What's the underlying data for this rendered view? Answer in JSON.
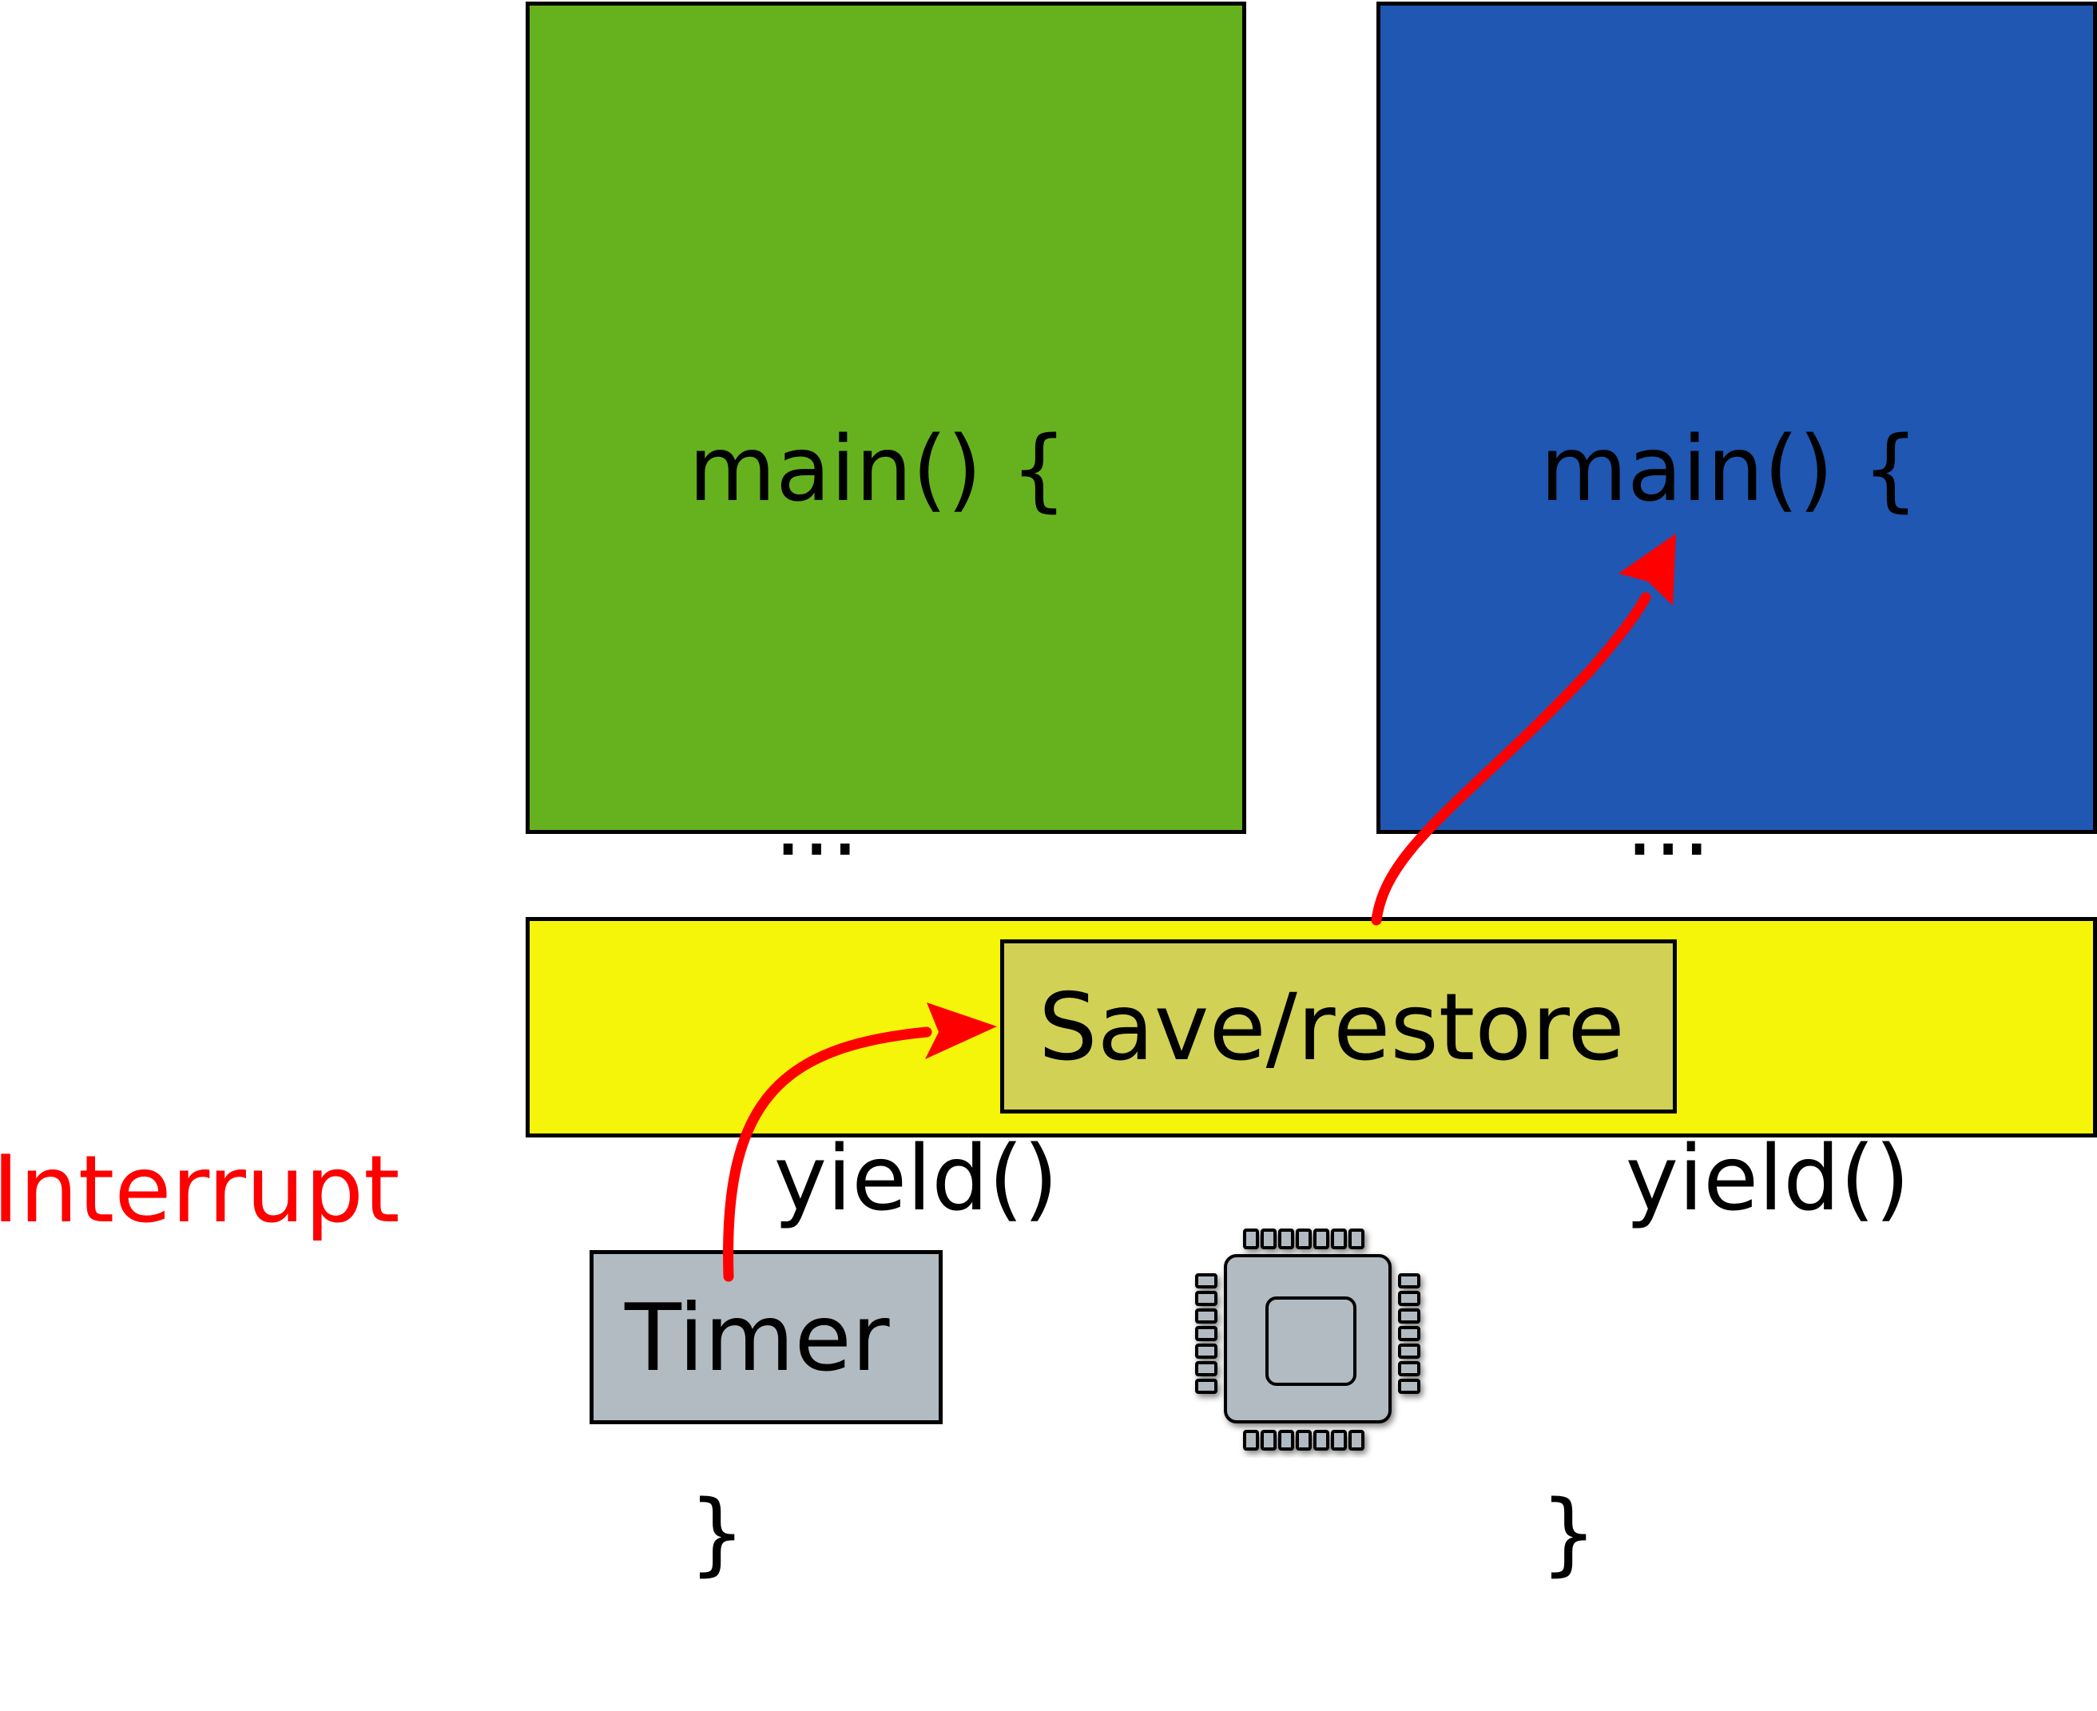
{
  "process_left": {
    "lines": [
      "main() {",
      "   ...",
      "   yield()",
      "}"
    ],
    "color": "#66b21e"
  },
  "process_right": {
    "lines": [
      "main() {",
      "   ...",
      "   yield()",
      "}"
    ],
    "color": "#1f57b3"
  },
  "kernel": {
    "color": "#f5f50a",
    "save_restore_label": "Save/restore",
    "save_restore_color": "#d1d155"
  },
  "interrupt_label": "Interrupt",
  "interrupt_color": "#ff0000",
  "timer": {
    "label": "Timer",
    "color": "#b2bac2"
  },
  "cpu": {
    "icon": "cpu-chip-icon"
  }
}
